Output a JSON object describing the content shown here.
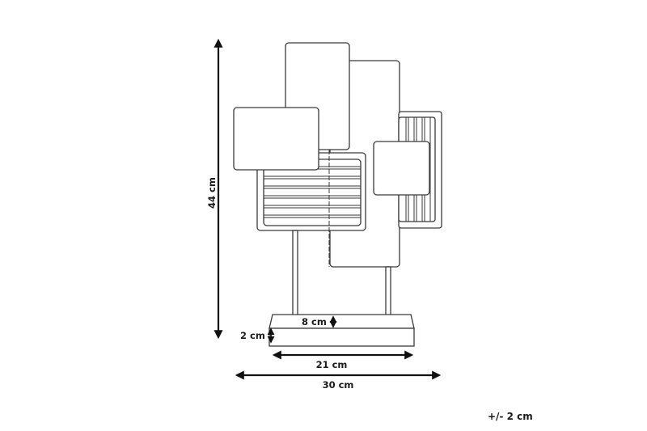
{
  "diagram": {
    "type": "product dimension drawing",
    "subject": "decorative metal wall/table sculpture with rectangular panels on a stand",
    "dimensions": {
      "height": "44 cm",
      "base_height": "2 cm",
      "base_depth": "8 cm",
      "base_width": "21 cm",
      "total_width": "30 cm"
    },
    "tolerance": "+/- 2 cm"
  },
  "colors": {
    "line": "#3a3a3a",
    "arrow": "#111111",
    "background": "#ffffff"
  }
}
